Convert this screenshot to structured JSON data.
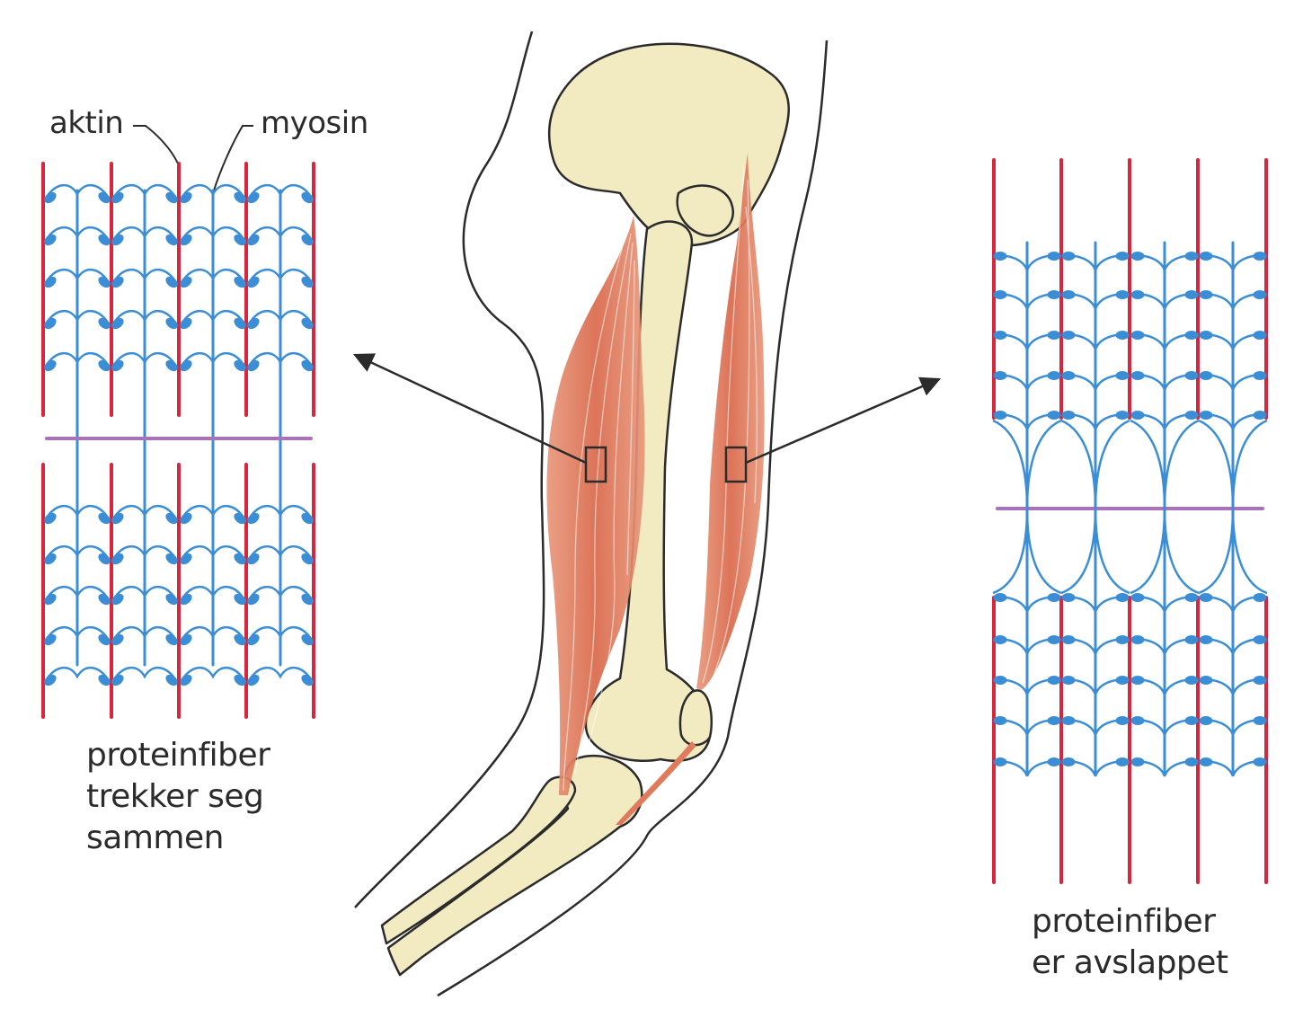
{
  "labels": {
    "actin": "aktin",
    "myosin": "myosin"
  },
  "caption_contracted": [
    "proteinfiber",
    "trekker seg",
    "sammen"
  ],
  "caption_relaxed": [
    "proteinfiber",
    "er avslappet"
  ],
  "colors": {
    "actin": "#d7263d",
    "myosin": "#3b8ed6",
    "m_line": "#a873b8",
    "muscle": "#e38a6c",
    "bone": "#f2ebc2",
    "outline": "#2b2b2b"
  }
}
